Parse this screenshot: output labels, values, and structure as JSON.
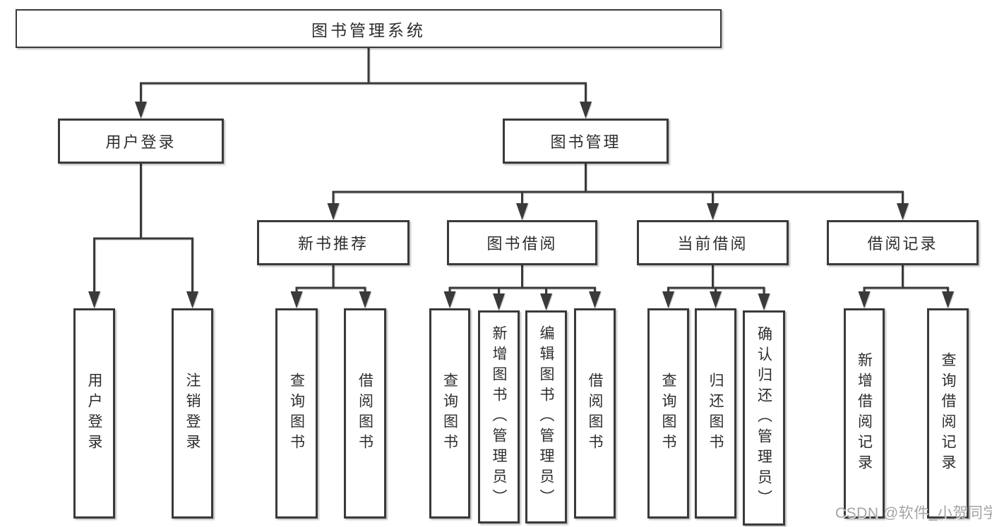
{
  "watermark": "CSDN @软件_小贺同学",
  "root": {
    "label": "图书管理系统"
  },
  "level2": {
    "login": {
      "label": "用户登录"
    },
    "manage": {
      "label": "图书管理"
    }
  },
  "level3": {
    "recommend": {
      "label": "新书推荐"
    },
    "borrow": {
      "label": "图书借阅"
    },
    "current": {
      "label": "当前借阅"
    },
    "records": {
      "label": "借阅记录"
    }
  },
  "leaves": {
    "login": [
      "用户登录",
      "注销登录"
    ],
    "recommend": [
      "查询图书",
      "借阅图书"
    ],
    "borrow": [
      "查询图书",
      "新增图书（管理员）",
      "编辑图书（管理员）",
      "借阅图书"
    ],
    "current": [
      "查询图书",
      "归还图书",
      "确认归还（管理员）"
    ],
    "records": [
      "新增借阅记录",
      "查询借阅记录"
    ]
  },
  "colors": {
    "line": "#3a3a3a",
    "node_border": "#3a3a3a",
    "text": "#2e2e2e",
    "watermark": "#949494"
  }
}
